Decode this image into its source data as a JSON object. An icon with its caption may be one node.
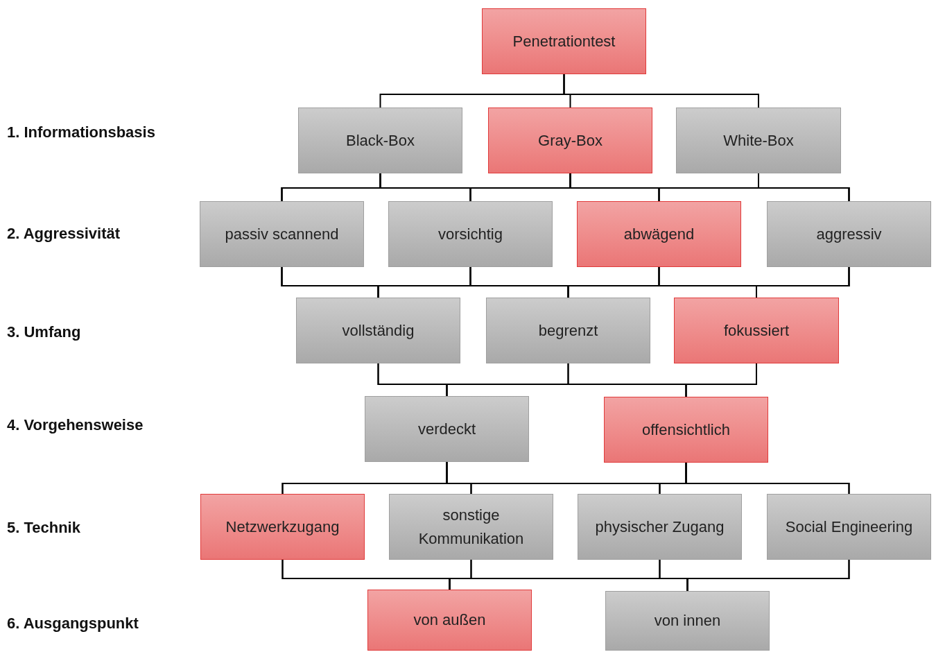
{
  "diagram": {
    "nodes": [
      {
        "text": [
          "Penetrationtest"
        ]
      },
      {
        "text": [
          "Black-Box"
        ]
      },
      {
        "text": [
          "Gray-Box"
        ]
      },
      {
        "text": [
          "White-Box"
        ]
      },
      {
        "text": [
          "passiv scannend"
        ]
      },
      {
        "text": [
          "vorsichtig"
        ]
      },
      {
        "text": [
          "abwägend"
        ]
      },
      {
        "text": [
          "aggressiv"
        ]
      },
      {
        "text": [
          "vollständig"
        ]
      },
      {
        "text": [
          "begrenzt"
        ]
      },
      {
        "text": [
          "fokussiert"
        ]
      },
      {
        "text": [
          "verdeckt"
        ]
      },
      {
        "text": [
          "offensichtlich"
        ]
      },
      {
        "text": [
          "Netzwerkzugang"
        ]
      },
      {
        "text": [
          "sonstige Kommunikation"
        ]
      },
      {
        "text": [
          "physischer Zugang"
        ]
      },
      {
        "text": [
          "Social Engineering"
        ]
      },
      {
        "text": [
          "von außen"
        ]
      },
      {
        "text": [
          "von innen"
        ]
      }
    ],
    "edges": [
      {
        "from": 0,
        "to": 1,
        "arrow": "none"
      },
      {
        "from": 0,
        "to": 2,
        "arrow": "none"
      },
      {
        "from": 0,
        "to": 3,
        "arrow": "none"
      },
      {
        "from": 1,
        "to": 4,
        "arrow": "none"
      },
      {
        "from": 1,
        "to": 5,
        "arrow": "none"
      },
      {
        "from": 1,
        "to": 6,
        "arrow": "none"
      },
      {
        "from": 1,
        "to": 7,
        "arrow": "none"
      },
      {
        "from": 2,
        "to": 4,
        "arrow": "none"
      },
      {
        "from": 2,
        "to": 5,
        "arrow": "none"
      },
      {
        "from": 2,
        "to": 6,
        "arrow": "none"
      },
      {
        "from": 2,
        "to": 7,
        "arrow": "none"
      },
      {
        "from": 3,
        "to": 4,
        "arrow": "none"
      },
      {
        "from": 3,
        "to": 5,
        "arrow": "none"
      },
      {
        "from": 3,
        "to": 6,
        "arrow": "none"
      },
      {
        "from": 3,
        "to": 7,
        "arrow": "none"
      },
      {
        "from": 4,
        "to": 8,
        "arrow": "none"
      },
      {
        "from": 4,
        "to": 9,
        "arrow": "none"
      },
      {
        "from": 4,
        "to": 10,
        "arrow": "none"
      },
      {
        "from": 5,
        "to": 8,
        "arrow": "none"
      },
      {
        "from": 5,
        "to": 9,
        "arrow": "none"
      },
      {
        "from": 5,
        "to": 10,
        "arrow": "none"
      },
      {
        "from": 6,
        "to": 8,
        "arrow": "none"
      },
      {
        "from": 6,
        "to": 9,
        "arrow": "none"
      },
      {
        "from": 6,
        "to": 10,
        "arrow": "none"
      },
      {
        "from": 7,
        "to": 8,
        "arrow": "none"
      },
      {
        "from": 7,
        "to": 9,
        "arrow": "none"
      },
      {
        "from": 7,
        "to": 10,
        "arrow": "none"
      },
      {
        "from": 8,
        "to": 11,
        "arrow": "none"
      },
      {
        "from": 8,
        "to": 12,
        "arrow": "none"
      },
      {
        "from": 9,
        "to": 11,
        "arrow": "none"
      },
      {
        "from": 9,
        "to": 12,
        "arrow": "none"
      },
      {
        "from": 10,
        "to": 11,
        "arrow": "none"
      },
      {
        "from": 10,
        "to": 12,
        "arrow": "none"
      },
      {
        "from": 11,
        "to": 13,
        "arrow": "none"
      },
      {
        "from": 11,
        "to": 14,
        "arrow": "none"
      },
      {
        "from": 11,
        "to": 15,
        "arrow": "none"
      },
      {
        "from": 11,
        "to": 16,
        "arrow": "none"
      },
      {
        "from": 12,
        "to": 13,
        "arrow": "none"
      },
      {
        "from": 12,
        "to": 14,
        "arrow": "none"
      },
      {
        "from": 12,
        "to": 15,
        "arrow": "none"
      },
      {
        "from": 12,
        "to": 16,
        "arrow": "none"
      },
      {
        "from": 13,
        "to": 17,
        "arrow": "none"
      },
      {
        "from": 13,
        "to": 18,
        "arrow": "none"
      },
      {
        "from": 14,
        "to": 17,
        "arrow": "none"
      },
      {
        "from": 14,
        "to": 18,
        "arrow": "none"
      },
      {
        "from": 15,
        "to": 17,
        "arrow": "none"
      },
      {
        "from": 15,
        "to": 18,
        "arrow": "none"
      },
      {
        "from": 16,
        "to": 17,
        "arrow": "none"
      },
      {
        "from": 16,
        "to": 18,
        "arrow": "none"
      }
    ],
    "labels": [
      "1. Informationsbasis",
      "2. Aggressivität",
      "3. Umfang",
      "4. Vorgehensweise",
      "5. Technik",
      "6. Ausgangspunkt"
    ]
  }
}
